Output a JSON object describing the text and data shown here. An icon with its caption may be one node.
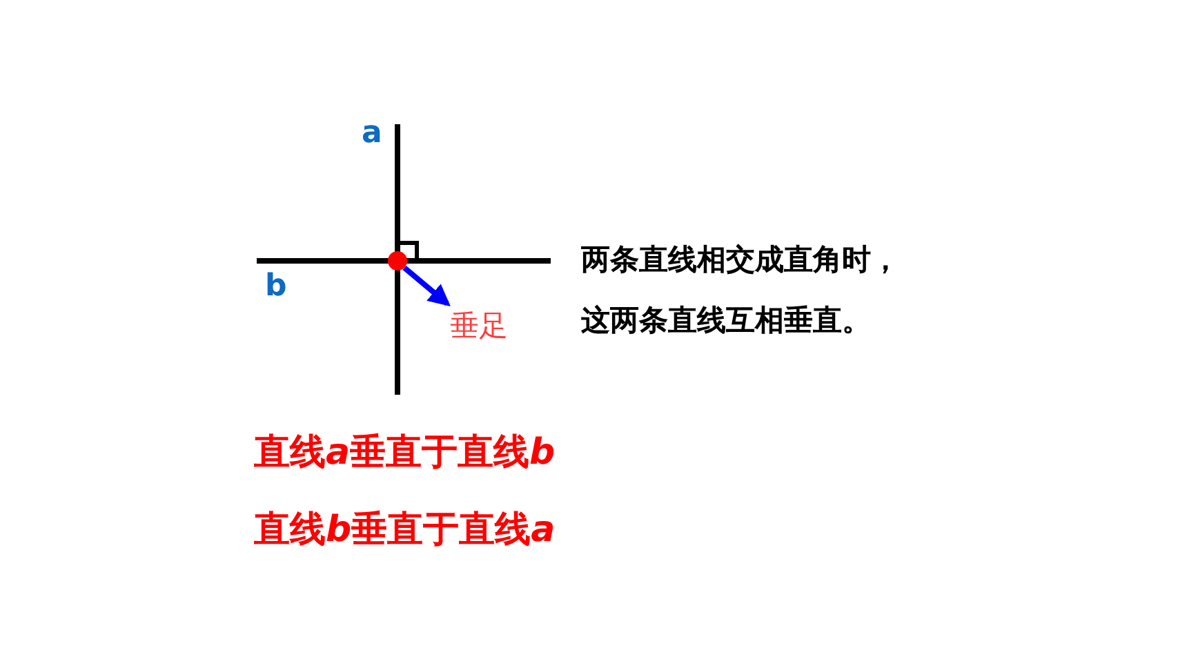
{
  "diagram": {
    "nodes": [
      {
        "text": [],
        "shape": "circle"
      },
      {
        "text": [
          "垂足"
        ]
      }
    ],
    "edges": [
      {
        "from": 0,
        "to": 1,
        "arrow": "to",
        "color": "#0000ff"
      }
    ],
    "labels": [
      "a",
      "b",
      "两条直线相交成直角时，这两条直线互相垂直。",
      "直线a垂直于直线b",
      "直线b垂直于直线a"
    ]
  }
}
